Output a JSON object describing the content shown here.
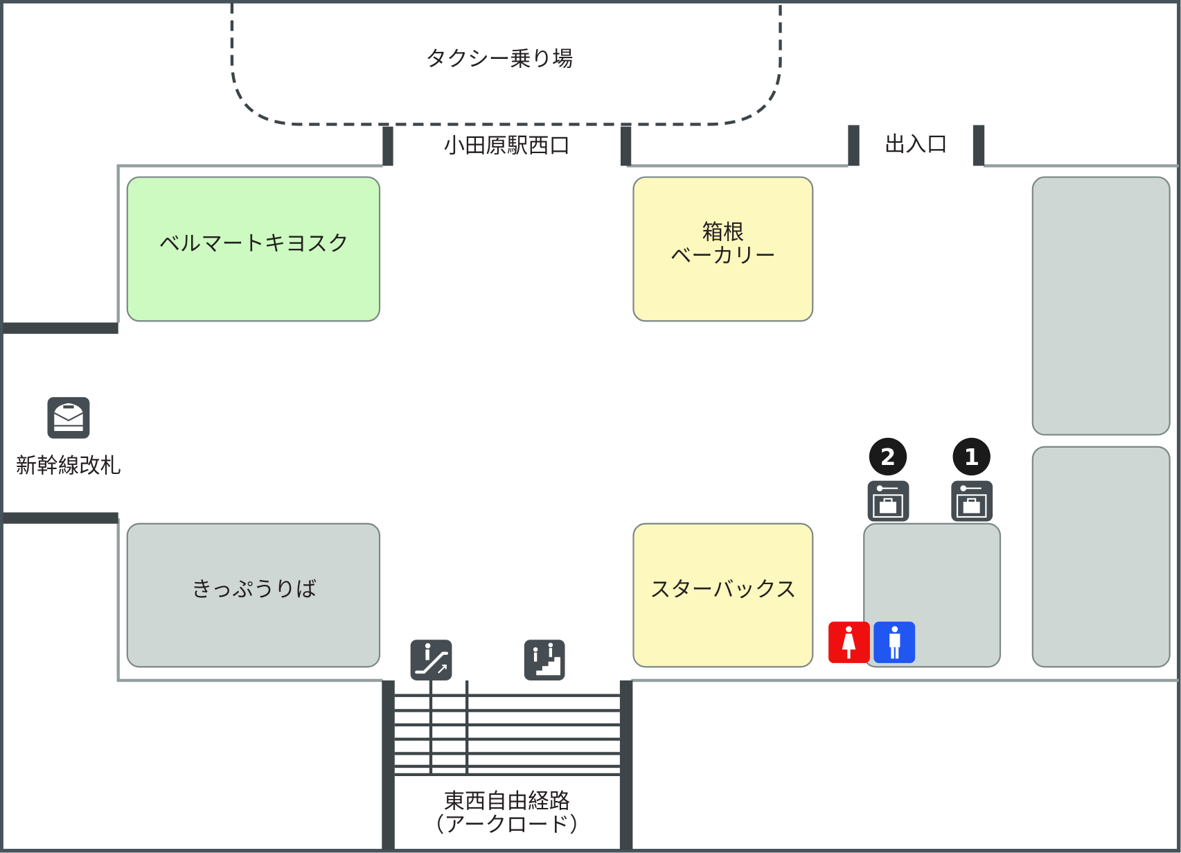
{
  "map": {
    "title": "小田原駅西口 構内図",
    "areas": {
      "taxi": "タクシー乗り場",
      "west_exit": "小田原駅西口",
      "entrance": "出入口",
      "shinkansen_gate": "新幹線改札",
      "free_passage_line1": "東西自由経路",
      "free_passage_line2": "（アークロード）"
    },
    "shops": [
      {
        "name": "ベルマートキヨスク",
        "color": "#ccfac0"
      },
      {
        "name_line1": "箱根",
        "name_line2": "ベーカリー",
        "color": "#fdf8be"
      },
      {
        "name": "きっぷうりば",
        "color": "#cfd7d4"
      },
      {
        "name": "スターバックス",
        "color": "#fdf8be"
      },
      {
        "name": "",
        "color": "#cfd7d4"
      },
      {
        "name": "",
        "color": "#cfd7d4"
      },
      {
        "name": "",
        "color": "#cfd7d4"
      }
    ],
    "lockers": [
      {
        "number": "2",
        "icon": "coin-locker-icon"
      },
      {
        "number": "1",
        "icon": "coin-locker-icon"
      }
    ],
    "facilities": {
      "womens_toilet_color": "#f00f0f",
      "mens_toilet_color": "#2156f0",
      "escalator_icon": "escalator-up-icon",
      "stairs_icon": "stairs-up-icon",
      "train_icon": "shinkansen-icon"
    },
    "colors": {
      "wall": "#3d4549",
      "icon_bg": "#454d52",
      "badge": "#1a1a1a"
    }
  }
}
